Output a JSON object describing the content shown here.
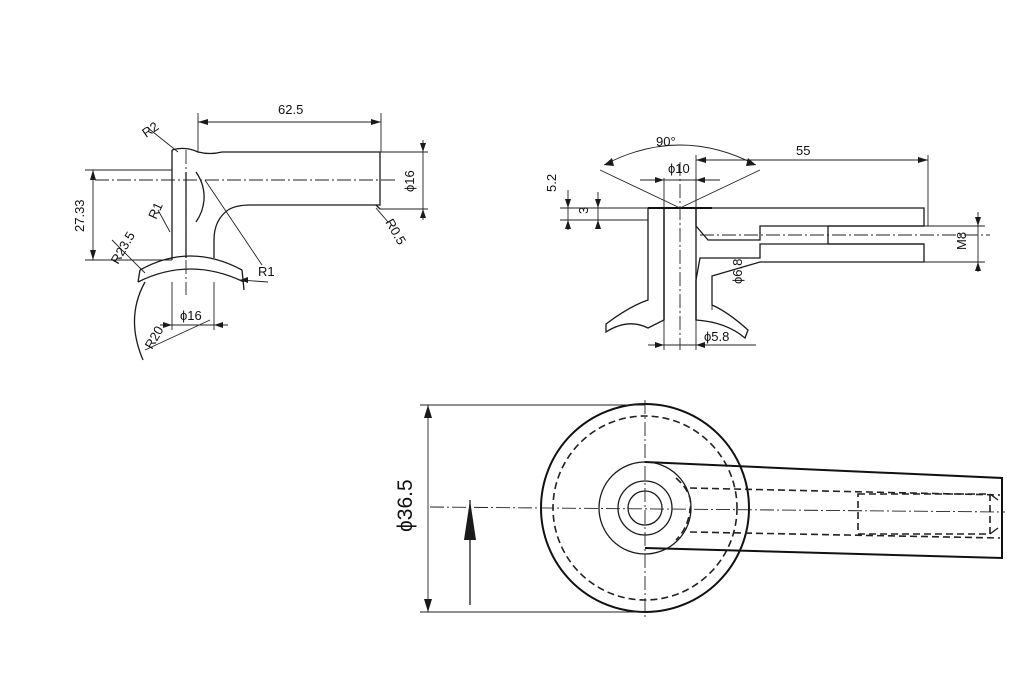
{
  "views": {
    "front": {
      "dims": {
        "length": "62.5",
        "rod_dia": "ϕ16",
        "height": "27.33",
        "fillet_r2": "R2",
        "fillet_r1_upper": "R1",
        "fillet_r1_lower": "R1",
        "end_radius": "R0.5",
        "saddle_radius": "R23.5",
        "base_radius": "R20",
        "stem_dia": "ϕ16"
      }
    },
    "section": {
      "dims": {
        "angle": "90°",
        "length": "55",
        "bore_dia": "ϕ10",
        "counterbore_depth": "5.2",
        "step_depth": "3",
        "thread": "M8",
        "channel_dia": "ϕ6.8",
        "pin_dia": "ϕ5.8"
      }
    },
    "top": {
      "dims": {
        "outer_dia": "ϕ36.5"
      }
    }
  }
}
